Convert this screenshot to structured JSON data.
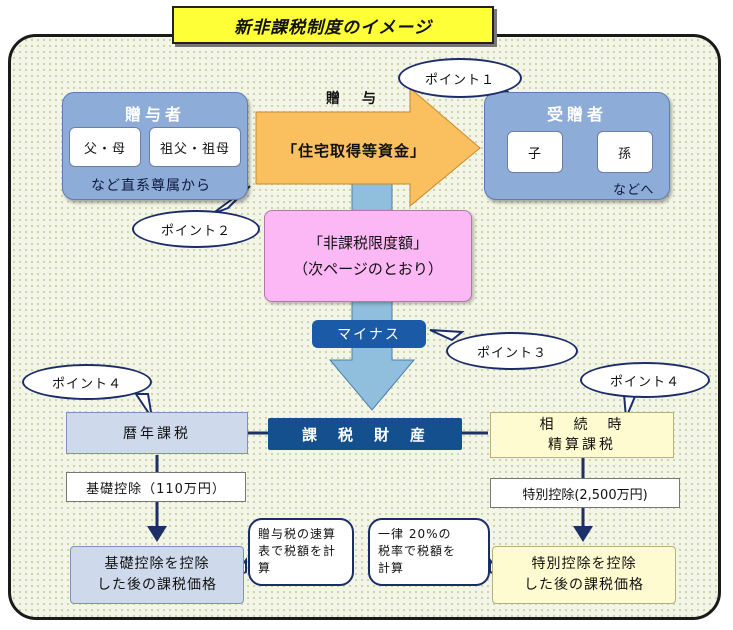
{
  "title": "新非課税制度のイメージ",
  "donor": {
    "title": "贈与者",
    "items": [
      "父・母",
      "祖父・祖母"
    ],
    "note": "など直系尊属から"
  },
  "gift": {
    "label": "贈　与",
    "arrow_text": "「住宅取得等資金」"
  },
  "recipient": {
    "title": "受贈者",
    "items": [
      "子",
      "孫"
    ],
    "note": "などへ"
  },
  "points": {
    "p1": "ポイント１",
    "p2": "ポイント２",
    "p3": "ポイント３",
    "p4_left": "ポイント４",
    "p4_right": "ポイント４"
  },
  "limit": {
    "line1": "「非課税限度額」",
    "line2": "（次ページのとおり）"
  },
  "minus": "マイナス",
  "taxable": "課　税　財　産",
  "annual": {
    "title": "暦年課税",
    "deduction": "基礎控除（110万円）",
    "result_line1": "基礎控除を控除",
    "result_line2": "した後の課税価格",
    "bubble": [
      "贈与税の速算",
      "表で税額を計",
      "算"
    ]
  },
  "settlement": {
    "title_line1": "相　続　時",
    "title_line2": "精算課税",
    "deduction": "特別控除(2,500万円)",
    "result_line1": "特別控除を控除",
    "result_line2": "した後の課税価格",
    "bubble": [
      "一律 20%の",
      "税率で税額を",
      "計算"
    ]
  },
  "colors": {
    "title_bg": "#ffff38",
    "panel_blue": "#8eacd8",
    "arrow_orange": "#fac060",
    "limit_pink": "#fbb8f5",
    "taxable_navy": "#14508e",
    "down_arrow": "#8fbfdd"
  }
}
